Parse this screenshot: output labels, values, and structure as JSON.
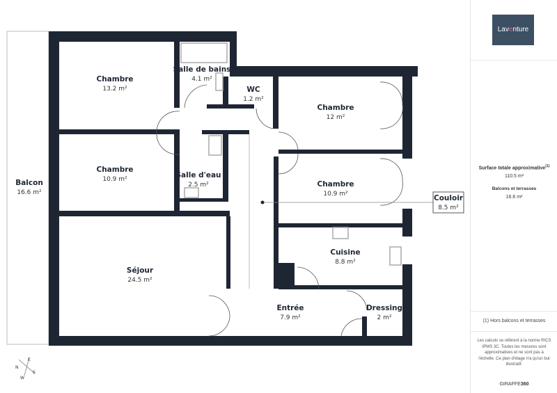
{
  "rooms": [
    {
      "name": "Chambre",
      "area": "13.2 m²"
    },
    {
      "name": "Salle de bains",
      "area": "4.1 m²"
    },
    {
      "name": "WC",
      "area": "1.2 m²"
    },
    {
      "name": "Chambre",
      "area": "12 m²"
    },
    {
      "name": "Chambre",
      "area": "10.9 m²"
    },
    {
      "name": "Salle d'eau",
      "area": "2.5 m²"
    },
    {
      "name": "Chambre",
      "area": "10.9 m²"
    },
    {
      "name": "Balcon",
      "area": "16.6 m²"
    },
    {
      "name": "Séjour",
      "area": "24.5 m²"
    },
    {
      "name": "Cuisine",
      "area": "8.8 m²"
    },
    {
      "name": "Entrée",
      "area": "7.9 m²"
    },
    {
      "name": "Dressing",
      "area": "2 m²"
    },
    {
      "name": "Couloir",
      "area": "8.5 m²"
    }
  ],
  "compass": {
    "n": "N",
    "e": "E",
    "s": "S",
    "w": "W"
  },
  "panel": {
    "logo": {
      "pre": "Lav",
      "accent": "e",
      "post": "nture"
    },
    "total_label": "Surface totale approximative",
    "total_note": "(1)",
    "total_value": "110.5 m²",
    "balcony_label": "Balcons et terrasses",
    "balcony_value": "16.6 m²",
    "footnote": "(1) Hors balcons et terrasses",
    "disclaimer": "Les calculs se réfèrent à la norme RICS IPMS 3C. Toutes les mesures sont approximatives et ne sont pas à l'échelle. Ce plan d'étage n'a qu'un but illustratif.",
    "brand": {
      "pre": "GIRAFFE",
      "post": "360"
    }
  },
  "colors": {
    "wall": "#1e2633",
    "logo_bg": "#3c4f63",
    "logo_accent": "#e8559a"
  }
}
